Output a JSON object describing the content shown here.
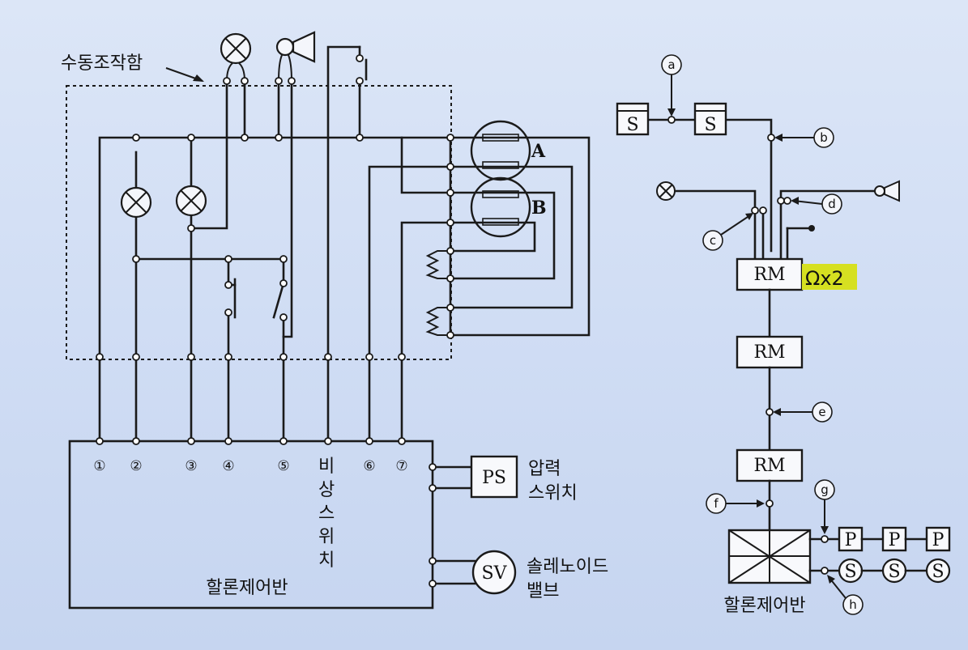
{
  "left": {
    "manual_box_label": "수동조작함",
    "lamp_labels": [
      "A",
      "B"
    ],
    "terminals": [
      "①",
      "②",
      "③",
      "④",
      "⑤",
      "⑥",
      "⑦"
    ],
    "emergency_switch": [
      "비",
      "상",
      "스",
      "위",
      "치"
    ],
    "control_panel": "할론제어반",
    "ps": {
      "box": "PS",
      "line1": "압력",
      "line2": "스위치"
    },
    "sv": {
      "box": "SV",
      "line1": "솔레노이드",
      "line2": "밸브"
    }
  },
  "right": {
    "points": [
      "a",
      "b",
      "c",
      "d",
      "e",
      "f",
      "g",
      "h"
    ],
    "s_box": "S",
    "rm_box": "RM",
    "highlight": "Ωx2",
    "highlight_color": "#d6e021",
    "p_box": "P",
    "s_circle": "S",
    "control_panel": "할론제어반"
  }
}
